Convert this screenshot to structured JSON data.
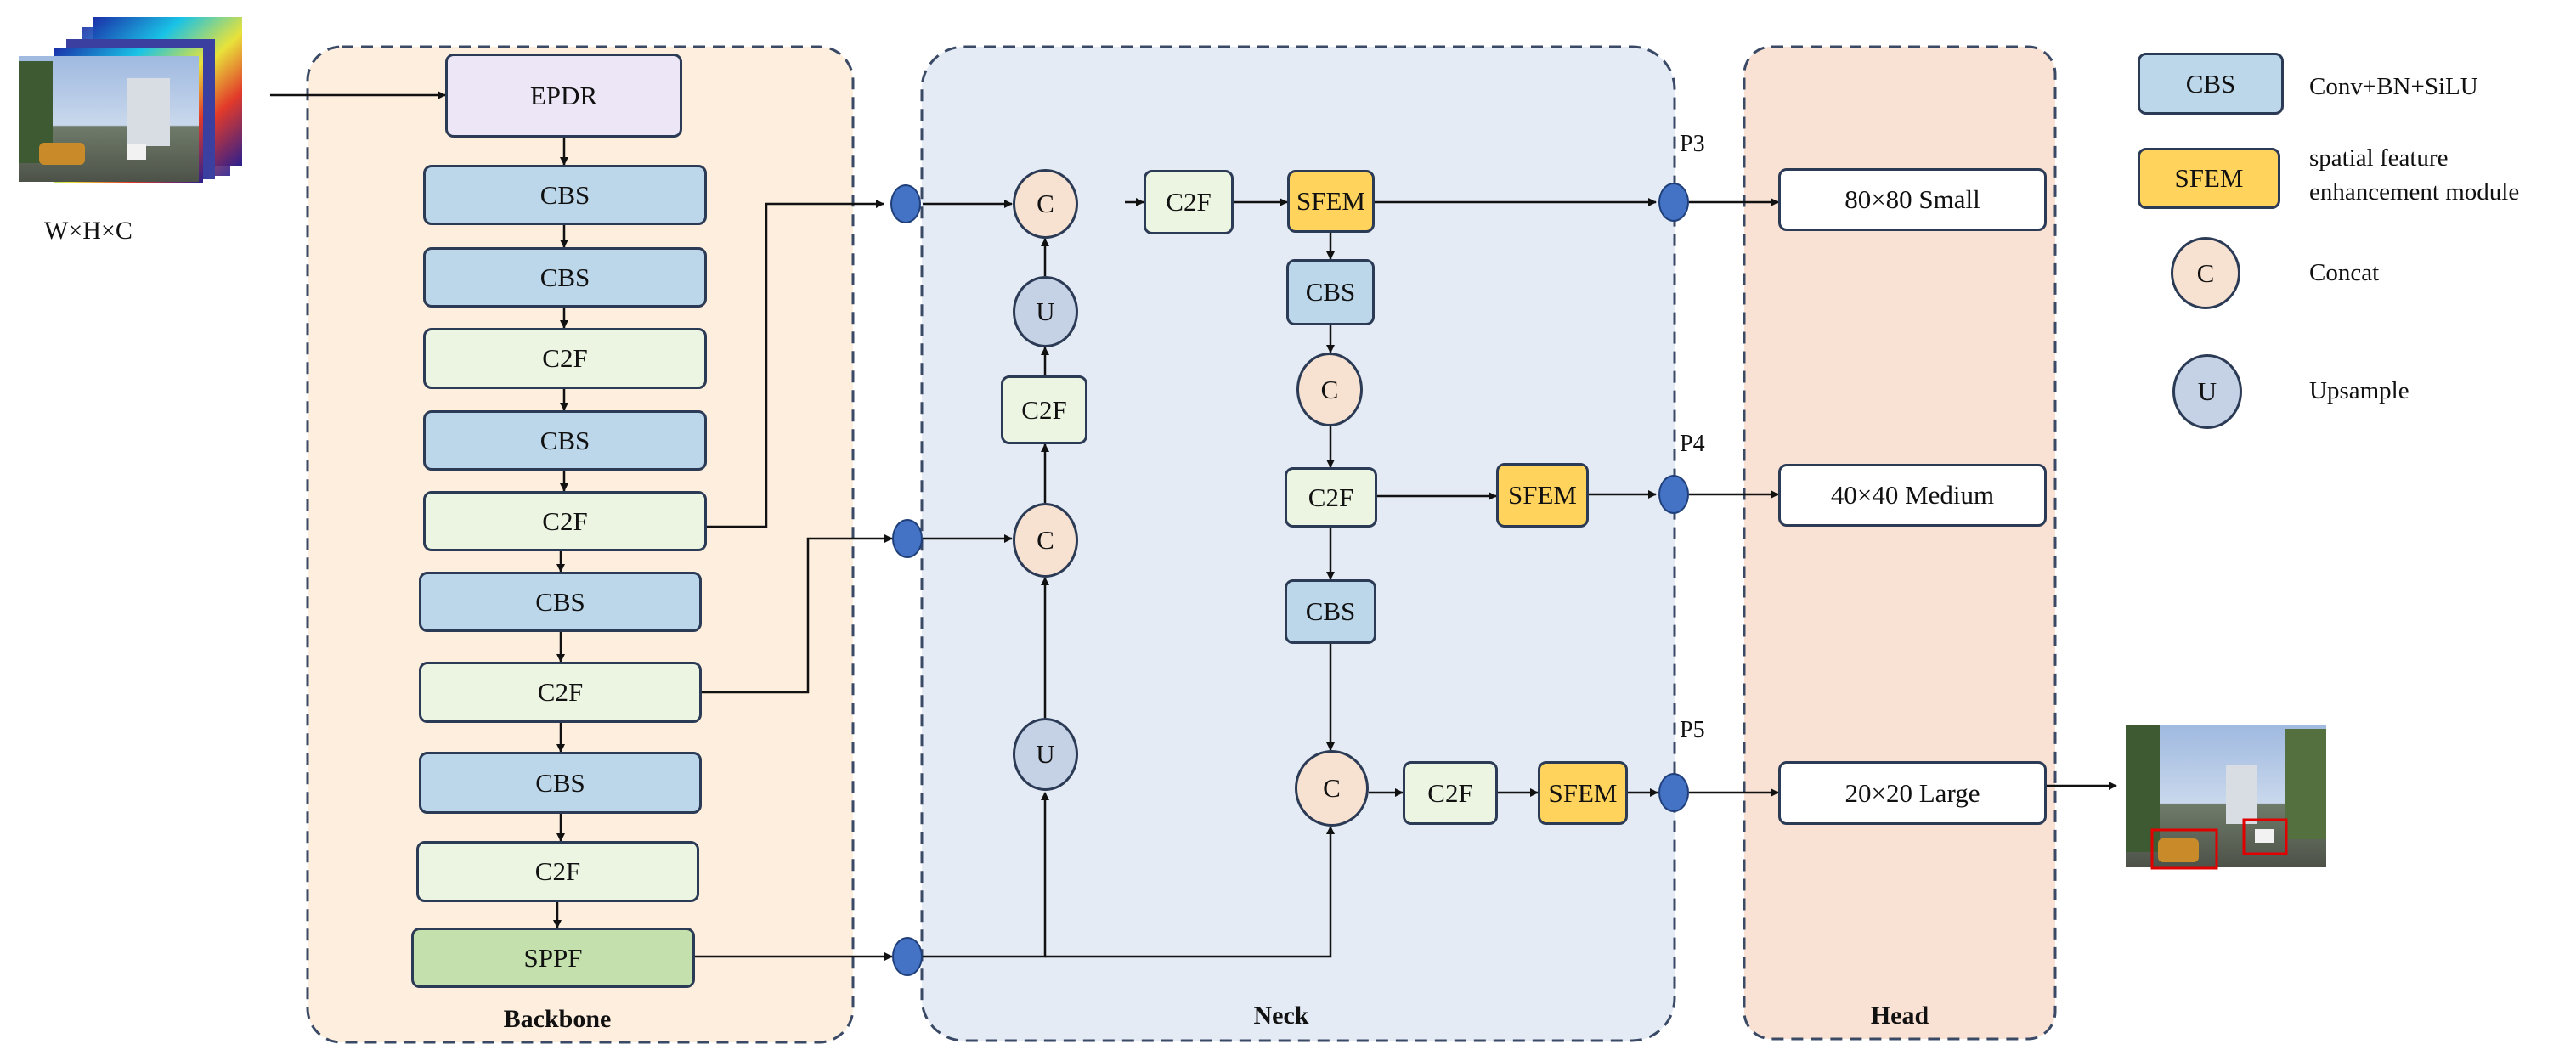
{
  "input": {
    "dims_label": "W×H×C"
  },
  "panels": {
    "backbone": "Backbone",
    "neck": "Neck",
    "head": "Head"
  },
  "backbone": {
    "blocks": [
      "EPDR",
      "CBS",
      "CBS",
      "C2F",
      "CBS",
      "C2F",
      "CBS",
      "C2F",
      "CBS",
      "C2F",
      "SPPF"
    ]
  },
  "neck": {
    "concat": "C",
    "upsample": "U",
    "c2f": "C2F",
    "cbs": "CBS",
    "sfem": "SFEM"
  },
  "outputs": {
    "p3": "P3",
    "p4": "P4",
    "p5": "P5",
    "small": "80×80 Small",
    "medium": "40×40 Medium",
    "large": "20×20  Large"
  },
  "legend": {
    "cbs_key": "CBS",
    "cbs_desc": "Conv+BN+SiLU",
    "sfem_key": "SFEM",
    "sfem_desc_line1": "spatial feature",
    "sfem_desc_line2": "enhancement module",
    "concat_key": "C",
    "concat_desc": "Concat",
    "up_key": "U",
    "up_desc": "Upsample"
  },
  "colors": {
    "cbs": "#bcd6ea",
    "c2f": "#ecf4e2",
    "sfem": "#ffd35c",
    "sppf": "#c3e0ad",
    "epdr": "#ece6f6",
    "backbone_bg": "#fdeedd",
    "neck_bg": "#e4ebf5",
    "head_bg": "#f9e1d3",
    "node": "#4472c4",
    "detection_box": "#e00000"
  }
}
